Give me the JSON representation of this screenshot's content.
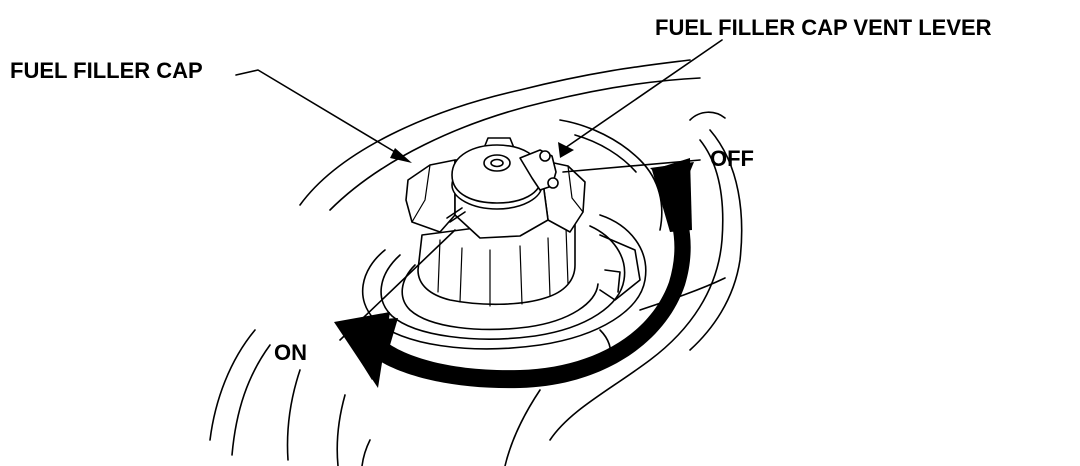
{
  "labels": {
    "fuel_filler_cap": "FUEL FILLER CAP",
    "vent_lever": "FUEL FILLER CAP VENT LEVER",
    "off": "OFF",
    "on": "ON"
  },
  "colors": {
    "ink": "#000000",
    "paper": "#ffffff"
  }
}
